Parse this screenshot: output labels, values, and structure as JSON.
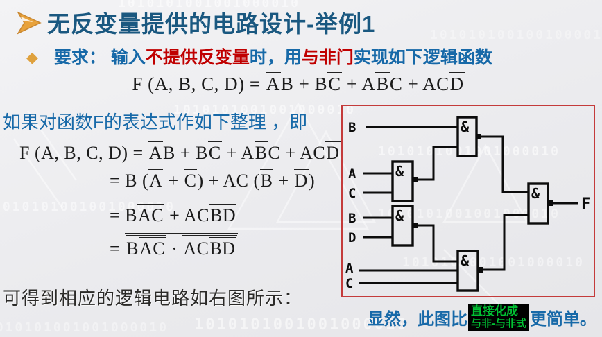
{
  "colors": {
    "title_blue": "#1A5880",
    "body_blue": "#1769A8",
    "accent_red": "#C00000",
    "bullet_orange": "#DFA13D",
    "green_text": "#00C233",
    "annotation_box_bg": "#000000",
    "circuit_border_red": "#C43B3B",
    "wire_black": "#0C0C0C"
  },
  "title": {
    "text": "无反变量提供的电路设计-举例1"
  },
  "requirement": {
    "bullet": "◆",
    "segments": [
      {
        "text": "要求：  输入",
        "color": "blue"
      },
      {
        "text": "不提供反变量",
        "color": "red"
      },
      {
        "text": "时，用",
        "color": "blue"
      },
      {
        "text": "与非门",
        "color": "red"
      },
      {
        "text": "实现如下逻辑函数",
        "color": "blue"
      }
    ]
  },
  "formula_main": [
    "F (A, B, C, D) = ",
    {
      "bar": [
        "A"
      ]
    },
    "B + B",
    {
      "bar": [
        "C"
      ]
    },
    " + A",
    {
      "bar": [
        "B"
      ]
    },
    "C + AC",
    {
      "bar": [
        "D"
      ]
    }
  ],
  "intro_text": "如果对函数F的表达式作如下整理 ，即",
  "derivation": [
    [
      "F (A, B, C, D) = ",
      {
        "bar": [
          "A"
        ]
      },
      "B + B",
      {
        "bar": [
          "C"
        ]
      },
      " + A",
      {
        "bar": [
          "B"
        ]
      },
      "C + AC",
      {
        "bar": [
          "D"
        ]
      }
    ],
    [
      "= B (",
      {
        "bar": [
          "A"
        ]
      },
      " + ",
      {
        "bar": [
          "C"
        ]
      },
      ") + AC (",
      {
        "bar": [
          "B"
        ]
      },
      " + ",
      {
        "bar": [
          "D"
        ]
      },
      ")"
    ],
    [
      "= B",
      {
        "bar": [
          "AC"
        ]
      },
      " + AC",
      {
        "bar": [
          "BD"
        ]
      }
    ],
    [
      "= ",
      {
        "bar": [
          {
            "bar": [
              "B",
              {
                "bar": [
                  "AC"
                ]
              }
            ]
          },
          " · ",
          {
            "bar": [
              "AC",
              {
                "bar": [
                  "BD"
                ]
              }
            ]
          }
        ]
      }
    ]
  ],
  "circuit": {
    "gate_symbol": "&",
    "input_labels": [
      "B",
      "A",
      "C",
      "B",
      "D",
      "A",
      "C"
    ],
    "output_label": "F"
  },
  "footer_left": "可得到相应的逻辑电路如右图所示：",
  "conclusion": {
    "prefix": "显然，此图比",
    "box_lines": [
      "直接化成",
      "与非-与非式"
    ],
    "suffix": "更简单。"
  },
  "watermark_digits": "1010101001001000010"
}
